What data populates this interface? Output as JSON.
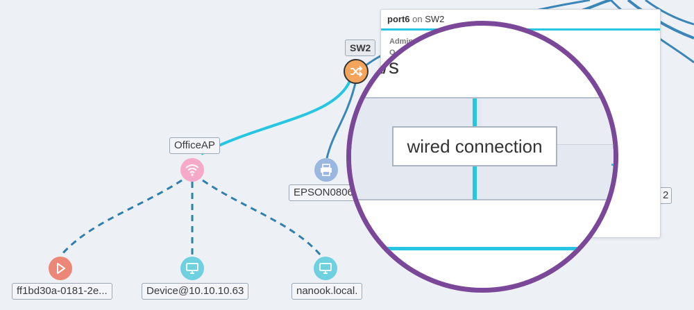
{
  "nodes": {
    "sw2": {
      "label": "SW2",
      "icon": "shuffle-icon",
      "color": "#f5a55b"
    },
    "office_ap": {
      "label": "OfficeAP",
      "icon": "wifi-icon",
      "color": "#f7a9c9"
    },
    "epson": {
      "label": "EPSON0806",
      "icon": "printer-icon",
      "color": "#9ab7e0"
    },
    "partial_right": {
      "label": "2"
    },
    "ff1bd": {
      "label": "ff1bd30a-0181-2e...",
      "icon": "play-icon",
      "color": "#ec8677"
    },
    "device": {
      "label": "Device@10.10.10.63",
      "icon": "monitor-icon",
      "color": "#6fd0e0"
    },
    "nanook": {
      "label": "nanook.local.",
      "icon": "monitor-icon",
      "color": "#6fd0e0"
    }
  },
  "panel": {
    "port": "port6",
    "on_text": "on",
    "switch": "SW2",
    "sub1": "Admin",
    "sub2": "O"
  },
  "magnifier": {
    "rate_text": "bit/s",
    "label": "wired connection"
  },
  "colors": {
    "wired": "#26c6e3",
    "wired_dark": "#3b86b8",
    "wireless": "#2f7fae",
    "magnifier_ring": "#7b4798"
  }
}
